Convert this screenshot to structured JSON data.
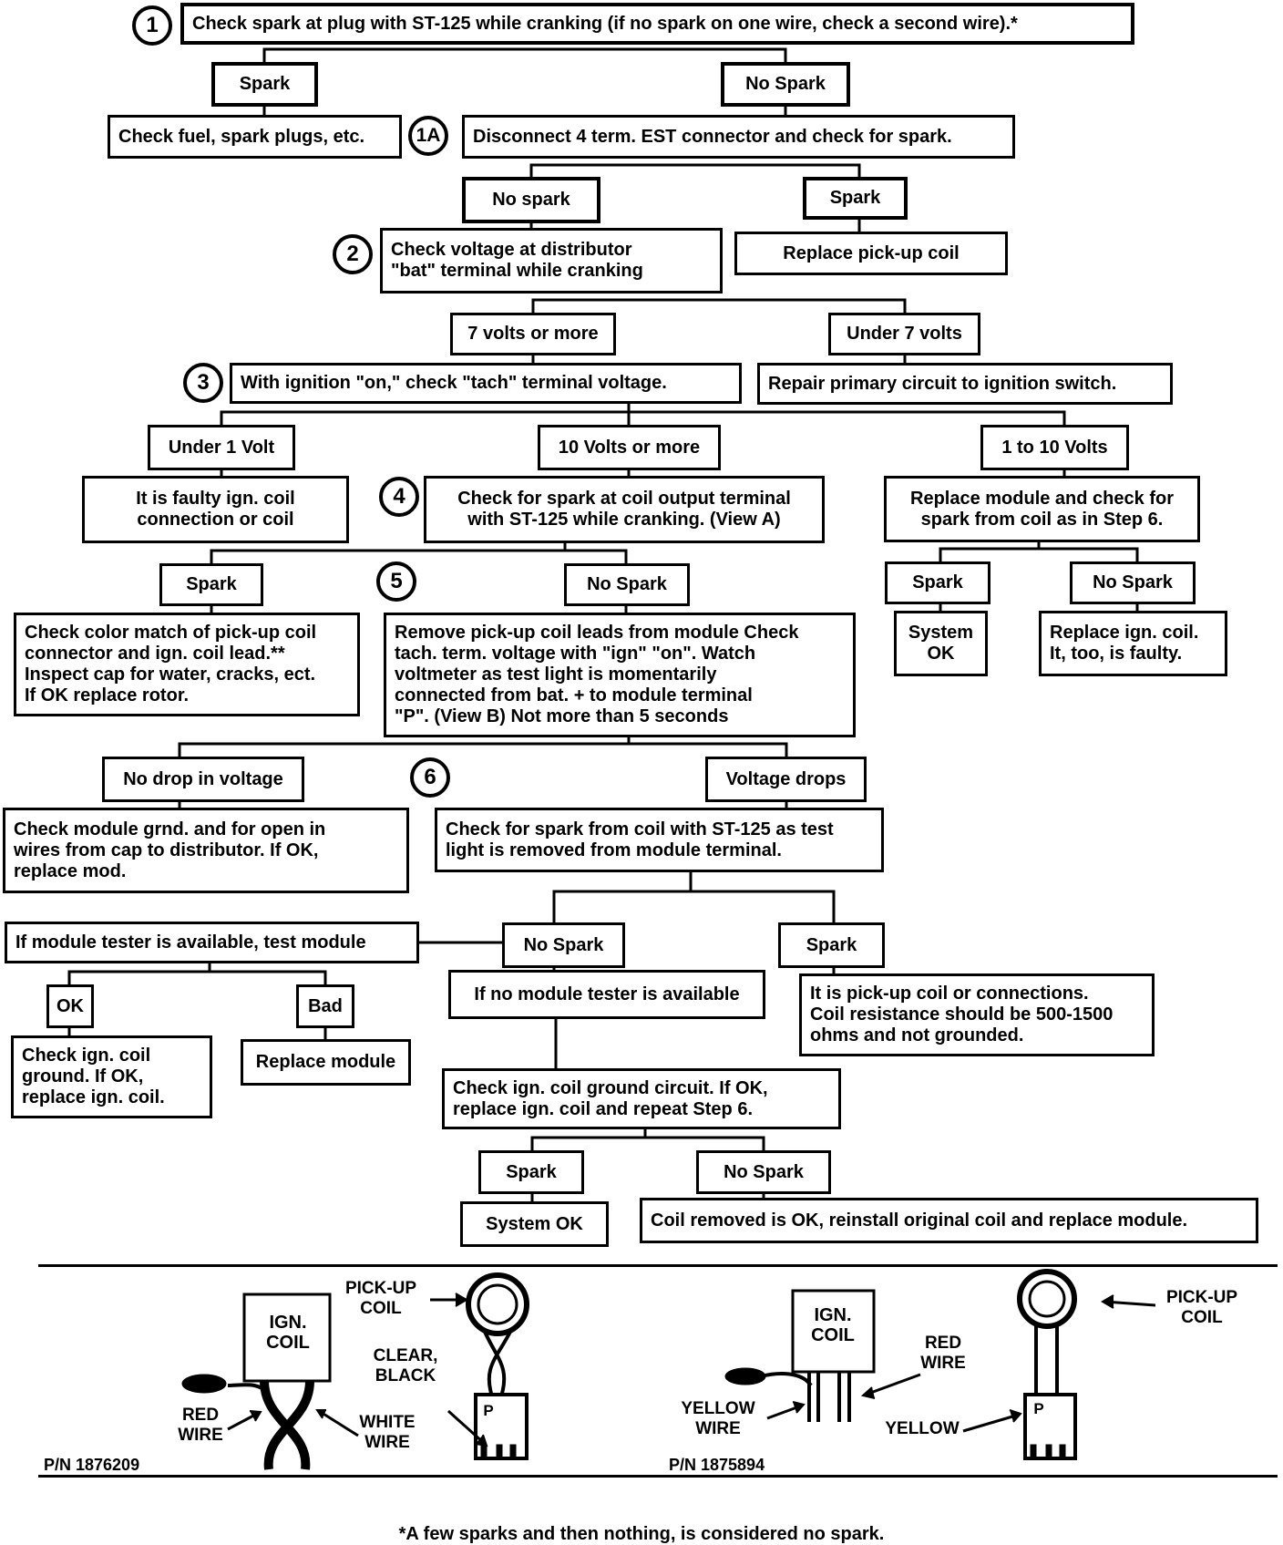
{
  "steps": {
    "s1": "1",
    "s1a": "1A",
    "s2": "2",
    "s3": "3",
    "s4": "4",
    "s5": "5",
    "s6": "6"
  },
  "boxes": {
    "check_spark_plug": "Check spark at plug with ST-125 while cranking (if no spark on one wire, check a second wire).*",
    "spark_1": "Spark",
    "no_spark_1": "No Spark",
    "check_fuel": "Check fuel, spark plugs, etc.",
    "disconnect_est": "Disconnect 4 term. EST connector and check for spark.",
    "no_spark_1a": "No spark",
    "spark_1a": "Spark",
    "check_voltage_dist": "Check voltage at distributor\n\"bat\" terminal while cranking",
    "replace_pickup": "Replace pick-up coil",
    "seven_volts_more": "7 volts or more",
    "under_seven_volts": "Under 7 volts",
    "tach_voltage": "With ignition \"on,\" check \"tach\" terminal voltage.",
    "repair_primary": "Repair primary circuit to ignition switch.",
    "under_1_volt": "Under 1 Volt",
    "ten_volts_more": "10 Volts or more",
    "one_to_ten": "1  to 10 Volts",
    "faulty_coil": "It is faulty ign. coil\nconnection or coil",
    "check_coil_output": "Check for spark at coil  output terminal\nwith ST-125 while cranking.  (View A)",
    "replace_module_check": "Replace module and check for\nspark from coil as in Step 6.",
    "spark_4": "Spark",
    "no_spark_4": "No Spark",
    "spark_r": "Spark",
    "no_spark_r": "No Spark",
    "check_color_match": "Check color match of pick-up coil\nconnector and ign. coil lead.**\nInspect cap for water, cracks, ect.\nIf OK replace rotor.",
    "remove_pickup_leads": "Remove pick-up coil leads from module Check\ntach. term. voltage with \"ign\" \"on\". Watch\nvoltmeter as test light is momentarily\nconnected from bat. + to module terminal\n\"P\". (View B) Not more than 5 seconds",
    "system_ok_r": "System\nOK",
    "replace_ign_coil_r": "Replace ign. coil.\nIt, too, is faulty.",
    "no_drop": "No drop in voltage",
    "voltage_drops": "Voltage drops",
    "check_module_grnd": "Check module grnd. and for open in\nwires from cap to distributor.  If OK,\nreplace mod.",
    "check_spark_coil_6": "Check for spark from coil with ST-125 as test\nlight is removed from module terminal.",
    "module_tester": "If module tester is available, test module",
    "no_spark_6": "No Spark",
    "spark_6": "Spark",
    "ok": "OK",
    "bad": "Bad",
    "no_module_tester": "If no module tester is available",
    "pickup_coil_conn": "It is pick-up coil or connections.\nCoil resistance should be 500-1500\nohms and not grounded.",
    "check_ign_coil_ground": "Check ign. coil\nground. If OK,\nreplace ign. coil.",
    "replace_module": "Replace module",
    "check_coil_ground_circuit": "Check ign. coil ground circuit. If OK,\nreplace ign. coil and repeat Step 6.",
    "spark_final": "Spark",
    "no_spark_final": "No Spark",
    "system_ok_final": "System OK",
    "coil_removed_ok": "Coil removed is OK, reinstall original coil and replace module."
  },
  "views": {
    "left": {
      "ign_coil": "IGN.\nCOIL",
      "pickup_coil": "PICK-UP\nCOIL",
      "clear_black": "CLEAR,\nBLACK",
      "red_wire": "RED\nWIRE",
      "white_wire": "WHITE\nWIRE",
      "p": "P",
      "part_number": "P/N 1876209"
    },
    "right": {
      "ign_coil": "IGN.\nCOIL",
      "pickup_coil": "PICK-UP\nCOIL",
      "red_wire": "RED\nWIRE",
      "yellow_wire": "YELLOW\nWIRE",
      "yellow": "YELLOW",
      "p": "P",
      "part_number": "P/N 1875894"
    }
  },
  "footnote": "*A few sparks and then nothing, is considered no spark."
}
